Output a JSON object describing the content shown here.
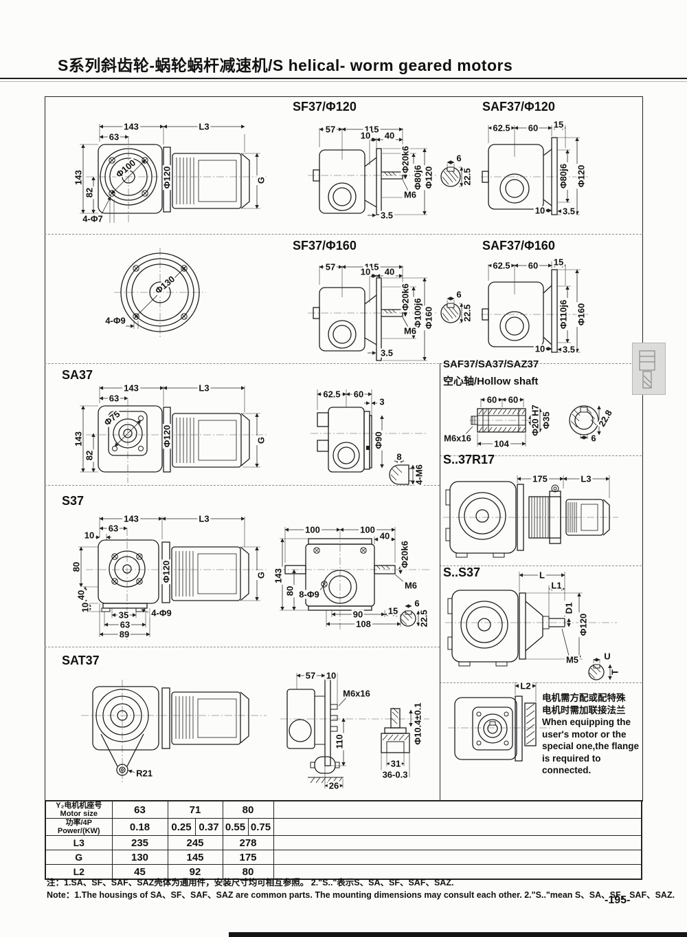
{
  "page": {
    "title": "S系列斜齿轮-蜗轮蜗杆减速机/S helical- worm geared motors",
    "page_number": "-195-",
    "note_cn": "注：1.SA、SF、SAF、SAZ壳体为通用件，安装尺寸均可相互参照。  2.\"S..\"表示S、SA、SF、SAF、SAZ.",
    "note_en": "Note：1.The housings of SA、SF、SAF、SAZ are common parts. The mounting dimensions may consult each other.    2.\"S..\"mean S、SA、SF、SAF、SAZ.",
    "side_tab_icon": "gear-unit-icon"
  },
  "s": {
    "sfa": {
      "w143": "143",
      "l3": "L3",
      "w63": "63",
      "d100": "Φ100",
      "d120": "Φ120",
      "h143": "143",
      "h82": "82",
      "holes": "4-Φ7",
      "g": "G"
    },
    "sf1": {
      "title": "SF37/Φ120",
      "w57": "57",
      "w115": "115",
      "w10": "10",
      "w40": "40",
      "d20": "Φ20k6",
      "d80": "Φ80j6",
      "d120": "Φ120",
      "m6": "M6",
      "w35": "3.5",
      "k6": "6",
      "k225": "22.5"
    },
    "saf1": {
      "title": "SAF37/Φ120",
      "w625": "62.5",
      "w60": "60",
      "w15": "15",
      "d80": "Φ80j6",
      "d120": "Φ120",
      "w10": "10",
      "w35": "3.5"
    },
    "fl": {
      "d130": "Φ130",
      "holes": "4-Φ9"
    },
    "sf2": {
      "title": "SF37/Φ160",
      "w57": "57",
      "w115": "115",
      "w10": "10",
      "w40": "40",
      "d20": "Φ20k6",
      "d100": "Φ100j6",
      "d160": "Φ160",
      "m6": "M6",
      "w35": "3.5",
      "k6": "6",
      "k225": "22.5"
    },
    "saf2": {
      "title": "SAF37/Φ160",
      "w625": "62.5",
      "w60": "60",
      "w15": "15",
      "d110": "Φ110j6",
      "d160": "Φ160",
      "w10": "10",
      "w35": "3.5"
    },
    "sa": {
      "title": "SA37",
      "w143": "143",
      "l3": "L3",
      "w63": "63",
      "d75": "Φ75",
      "d120": "Φ120",
      "h143": "143",
      "h82": "82",
      "g": "G"
    },
    "sas": {
      "w625": "62.5",
      "w60": "60",
      "w3": "3",
      "d90": "Φ90",
      "w8": "8",
      "m6": "4-M6"
    },
    "hs": {
      "t1": "SAF37/SA37/SAZ37",
      "t2": "空心轴/Hollow shaft",
      "w60a": "60",
      "w60b": "60",
      "m6": "M6x16",
      "w104": "104",
      "d20": "Φ20 H7",
      "d35": "Φ35",
      "k228": "22.8",
      "k6": "6"
    },
    "sr": {
      "title": "S..37R17",
      "w175": "175",
      "l3": "L3"
    },
    "s37": {
      "title": "S37",
      "w143": "143",
      "l3": "L3",
      "w63": "63",
      "w10t": "10",
      "h80": "80",
      "h40": "40",
      "h10": "10",
      "w35": "35",
      "w63b": "63",
      "w89": "89",
      "holes": "4-Φ9",
      "d120": "Φ120",
      "g": "G"
    },
    "s3s": {
      "w100a": "100",
      "w100b": "100",
      "w40": "40",
      "d20": "Φ20k6",
      "h143": "143",
      "h80": "80",
      "holes": "8-Φ9",
      "m6": "M6",
      "w90": "90",
      "w15": "15",
      "w108": "108",
      "k6": "6",
      "k225": "22.5"
    },
    "ss": {
      "title": "S..S37",
      "l": "L",
      "l1": "L1",
      "d1": "D1",
      "d120": "Φ120",
      "m5": "M5",
      "u": "U",
      "t": "T"
    },
    "sat": {
      "title": "SAT37",
      "r21": "R21"
    },
    "sts": {
      "w57": "57",
      "w10": "10",
      "m6": "M6x16",
      "h110": "110",
      "w26": "26",
      "d104": "Φ10.4±0.1",
      "w31": "31",
      "w36": "36-0.3"
    },
    "fp": {
      "l2": "L2",
      "cn1": "电机需方配或配特殊",
      "cn2": "电机时需加联接法兰",
      "en1": "When equipping the",
      "en2": "user's  motor or the",
      "en3": "special one,the flange",
      "en4": "is required to connected."
    }
  },
  "table": {
    "r1": {
      "label_cn": "Y₂电机机座号",
      "label_en": "Motor size",
      "c1": "63",
      "c2": "71",
      "c3": "80"
    },
    "r2": {
      "label_cn": "功率/4P",
      "label_en": "Power/(KW)",
      "v1": "0.18",
      "v2": "0.25",
      "v3": "0.37",
      "v4": "0.55",
      "v5": "0.75"
    },
    "r3": {
      "label": "L3",
      "c1": "235",
      "c2": "245",
      "c3": "278"
    },
    "r4": {
      "label": "G",
      "c1": "130",
      "c2": "145",
      "c3": "175"
    },
    "r5": {
      "label": "L2",
      "c1": "45",
      "c2": "92",
      "c3": "80"
    }
  }
}
